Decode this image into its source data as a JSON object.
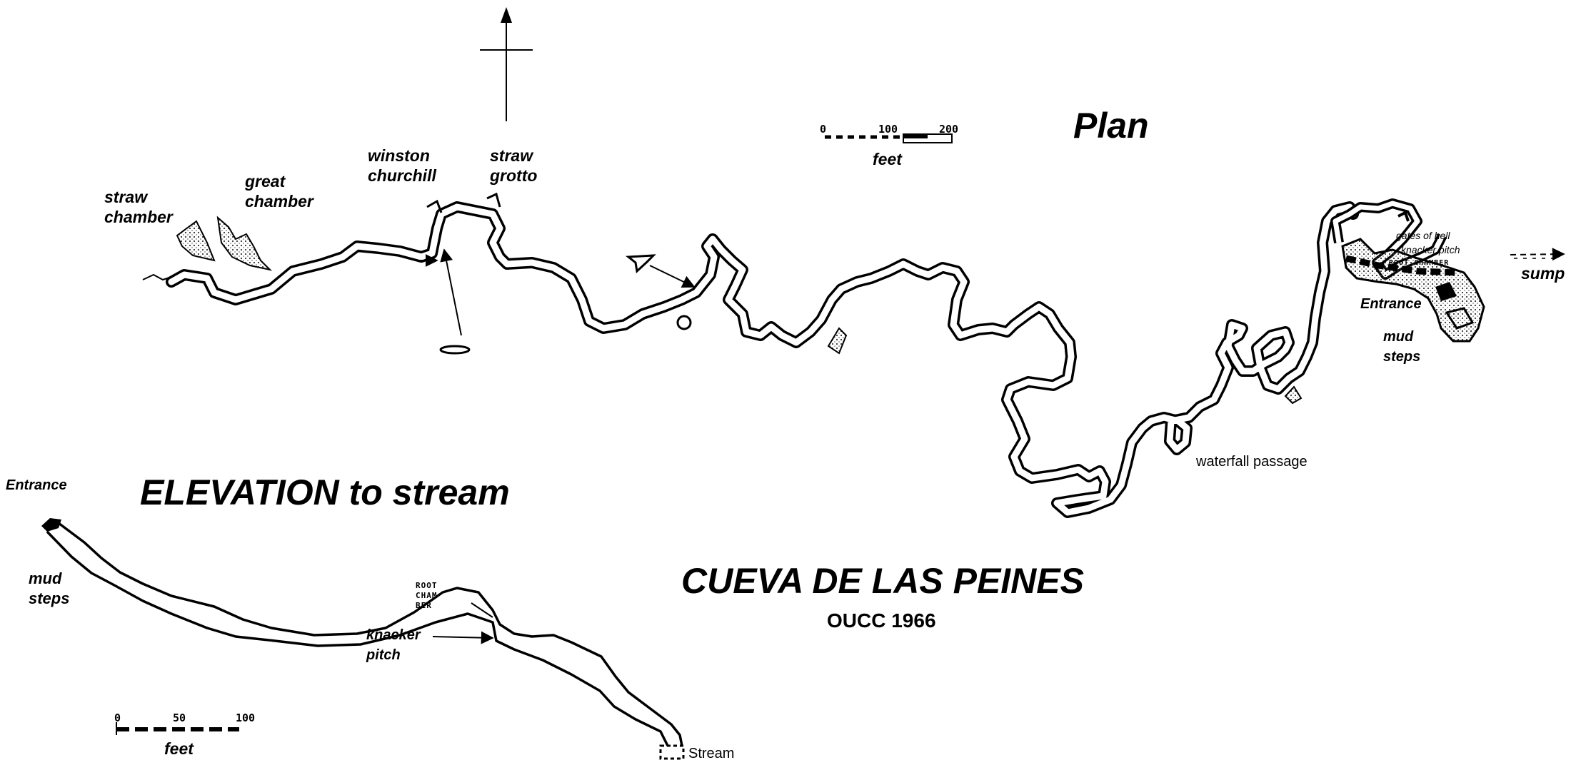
{
  "title": "CUEVA  DE  LAS PEINES",
  "credit": "OUCC 1966",
  "plan": {
    "heading": "Plan",
    "scale": {
      "ticks": [
        "0",
        "100",
        "200"
      ],
      "unit": "feet"
    },
    "labels": {
      "straw_chamber": "straw\nchamber",
      "great_chamber": "great\nchamber",
      "winston_churchill": "winston\nchurchill",
      "straw_grotto": "straw\ngrotto",
      "gates_of_hell": "gates of hell",
      "knacker_pitch": "knacker pitch",
      "root_chamber": "ROOT CHAMBER",
      "sump": "sump",
      "entrance": "Entrance",
      "mud_steps": "mud\nsteps",
      "waterfall_passage": "waterfall passage"
    }
  },
  "elevation": {
    "heading": "ELEVATION to stream",
    "scale": {
      "ticks": [
        "0",
        "50",
        "100"
      ],
      "unit": "feet"
    },
    "labels": {
      "entrance": "Entrance",
      "mud_steps": "mud\nsteps",
      "root_chamber": "ROOT\nCHAM\nBER",
      "knacker_pitch": "knacker\npitch",
      "stream": "Stream"
    }
  },
  "colors": {
    "ink": "#000000",
    "paper": "#ffffff",
    "stipple": "#9a9a9a"
  },
  "icons": [
    "north-arrow-icon",
    "scale-bar-icon",
    "stream-arrow-icon"
  ]
}
